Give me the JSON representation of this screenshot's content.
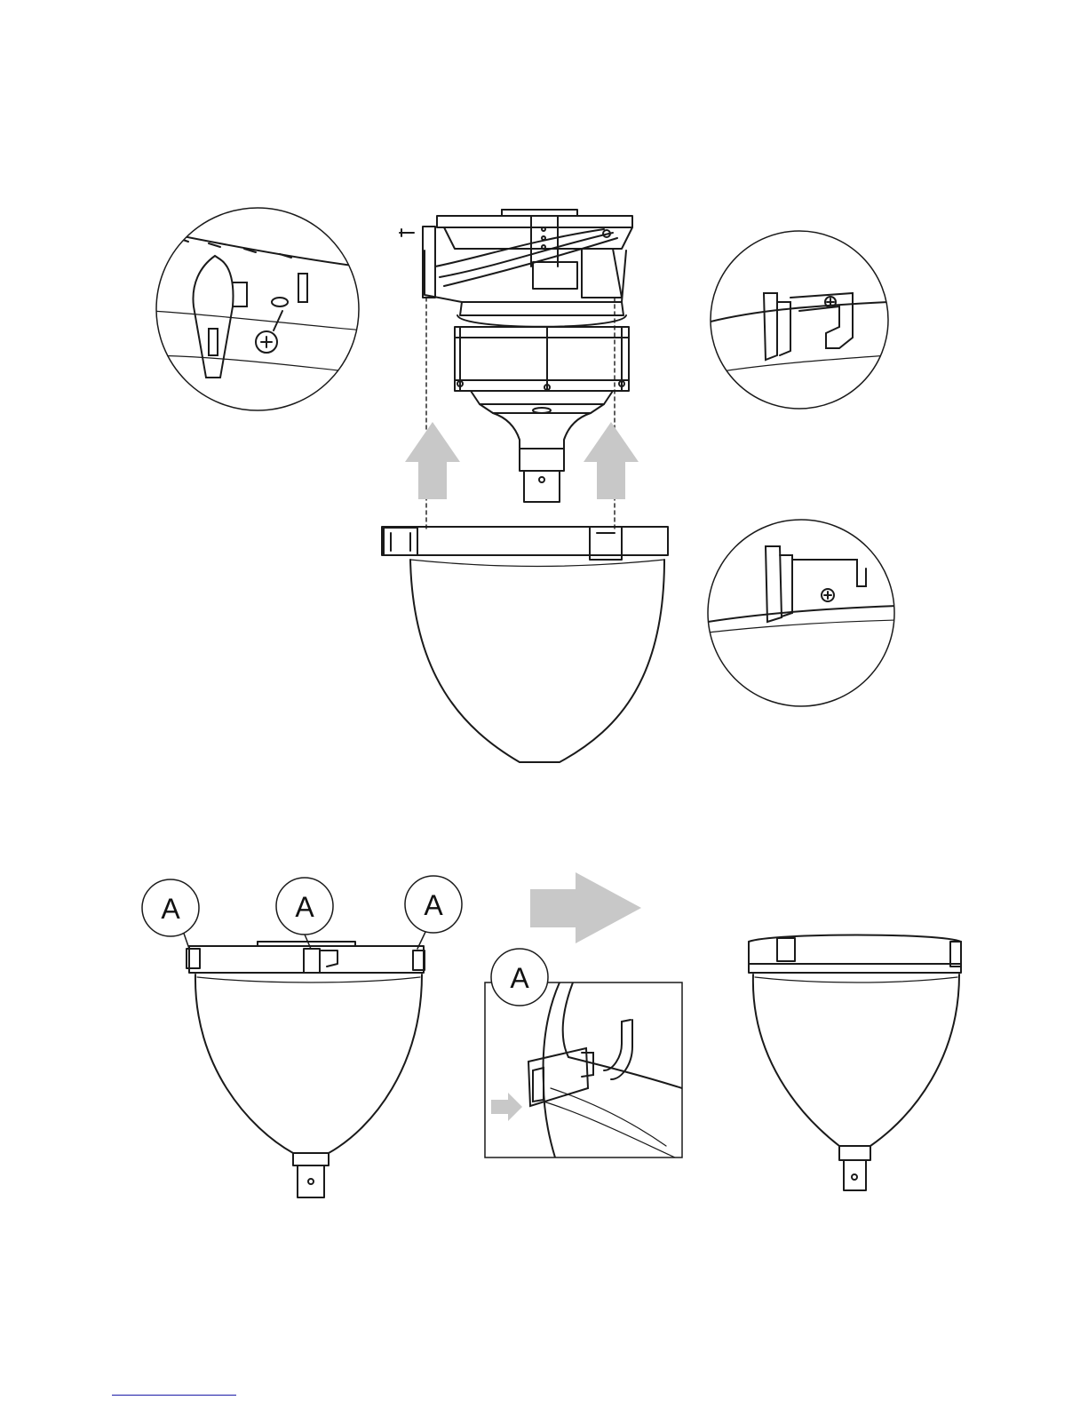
{
  "diagram": {
    "step1": {
      "description_visible": false
    },
    "step2": {
      "callouts": [
        {
          "label": "A"
        },
        {
          "label": "A"
        },
        {
          "label": "A"
        }
      ],
      "detail_callout": {
        "label": "A"
      }
    },
    "colors": {
      "line": "#1a1a1a",
      "arrow_fill": "#c8c8c8",
      "background": "#ffffff",
      "footer_link": "#1a1aa8"
    },
    "icons": [
      "screw-icon",
      "up-arrow-icon",
      "right-arrow-icon",
      "clip-icon"
    ]
  }
}
